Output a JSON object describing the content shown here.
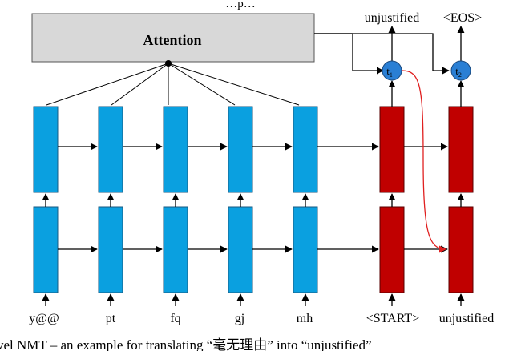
{
  "figure": {
    "top_caption": "…p…",
    "attention_label": "Attention",
    "source_tokens": [
      "y@@",
      "pt",
      "fq",
      "gj",
      "mh"
    ],
    "decoder_inputs": [
      "<START>",
      "unjustified"
    ],
    "decoder_outputs": [
      "unjustified",
      "<EOS>"
    ],
    "attention_nodes": [
      {
        "base": "t",
        "sub": "1"
      },
      {
        "base": "t",
        "sub": "2"
      }
    ],
    "caption": "vel NMT – an example for translating “毫无理由” into “unjustified”",
    "colors": {
      "encoder": "#0aa0e0",
      "decoder": "#c00000",
      "attention_box": "#d8d8d8",
      "attention_node": "#2a7fd4",
      "feedback_arrow": "#e02020"
    }
  }
}
